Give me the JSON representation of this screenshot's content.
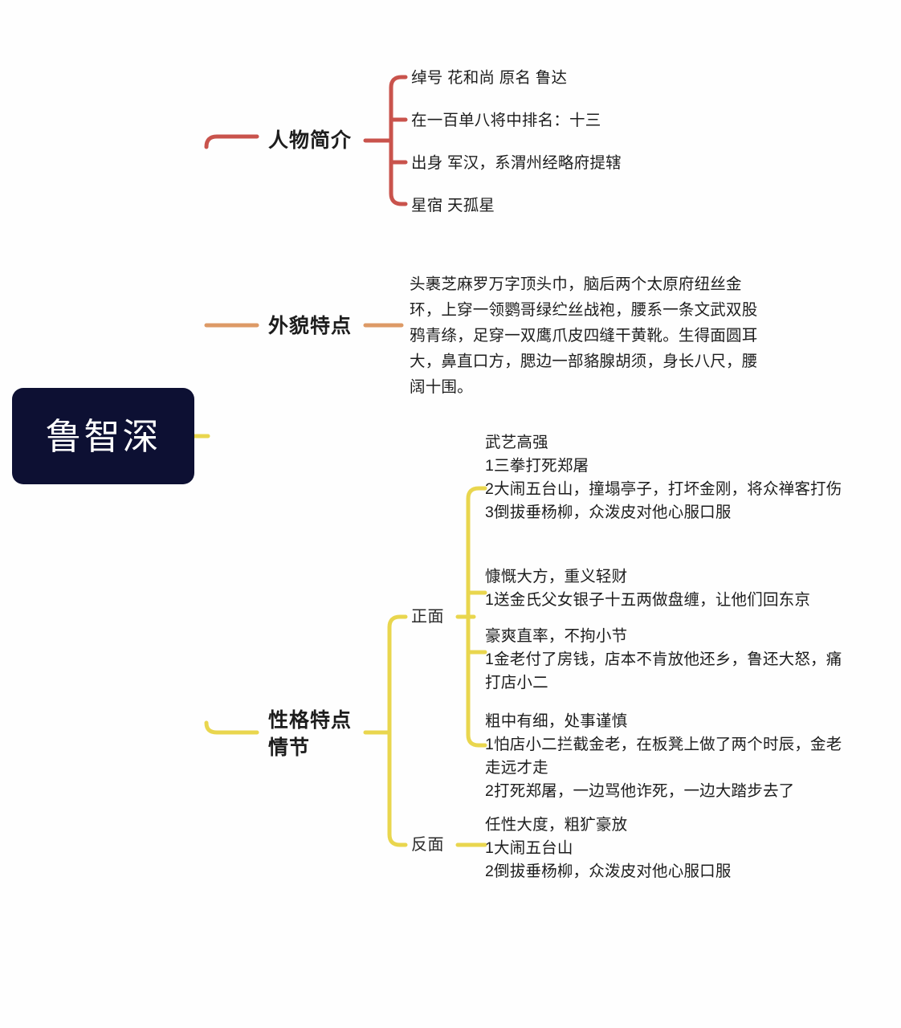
{
  "mindmap": {
    "root": {
      "label": "鲁智深",
      "bg_color": "#0d1033",
      "text_color": "#ffffff"
    },
    "branches": [
      {
        "id": "intro",
        "label": "人物简介",
        "color": "#c9534c",
        "leaves": [
          {
            "id": "intro-nickname",
            "text": "绰号 花和尚 原名 鲁达"
          },
          {
            "id": "intro-rank",
            "text": "在一百单八将中排名：十三"
          },
          {
            "id": "intro-origin",
            "text": "出身 军汉，系渭州经略府提辖"
          },
          {
            "id": "intro-star",
            "text": "星宿 天孤星"
          }
        ]
      },
      {
        "id": "appearance",
        "label": "外貌特点",
        "color": "#dd9a66",
        "leaves": [
          {
            "id": "appearance-desc",
            "text": "头裹芝麻罗万字顶头巾，脑后两个太原府纽丝金环，上穿一领鹦哥绿纻丝战袍，腰系一条文武双股鸦青绦，足穿一双鹰爪皮四缝干黄靴。生得面圆耳大，鼻直口方，腮边一部貉腺胡须，身长八尺，腰阔十围。"
          }
        ]
      },
      {
        "id": "character",
        "label": "性格特点\n情节",
        "color": "#e9d64e",
        "subtopics": [
          {
            "id": "positive",
            "label": "正面",
            "leaves": [
              {
                "id": "pos-martial",
                "text": "武艺高强\n1三拳打死郑屠\n2大闹五台山，撞塌亭子，打坏金刚，将众禅客打伤\n3倒拔垂杨柳，众泼皮对他心服口服"
              },
              {
                "id": "pos-generous",
                "text": "慷慨大方，重义轻财\n1送金氏父女银子十五两做盘缠，让他们回东京"
              },
              {
                "id": "pos-straightforward",
                "text": "豪爽直率，不拘小节\n1金老付了房钱，店本不肯放他还乡，鲁还大怒，痛打店小二"
              },
              {
                "id": "pos-careful",
                "text": "粗中有细，处事谨慎\n1怕店小二拦截金老，在板凳上做了两个时辰，金老走远才走\n2打死郑屠，一边骂他诈死，一边大踏步去了"
              }
            ]
          },
          {
            "id": "negative",
            "label": "反面",
            "leaves": [
              {
                "id": "neg-wild",
                "text": "任性大度，粗犷豪放\n1大闹五台山\n2倒拔垂杨柳，众泼皮对他心服口服"
              }
            ]
          }
        ]
      }
    ]
  }
}
